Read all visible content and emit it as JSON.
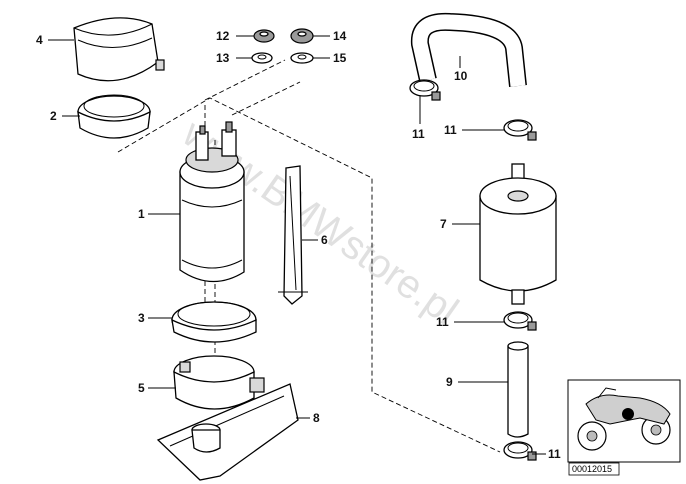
{
  "diagram": {
    "watermark": "www.BMWstore.pl",
    "figure_code": "00012015",
    "callouts": {
      "c1": "1",
      "c2": "2",
      "c3": "3",
      "c4": "4",
      "c5": "5",
      "c6": "6",
      "c7": "7",
      "c8": "8",
      "c9": "9",
      "c10": "10",
      "c11a": "11",
      "c11b": "11",
      "c11c": "11",
      "c11d": "11",
      "c12": "12",
      "c13": "13",
      "c14": "14",
      "c15": "15"
    }
  }
}
